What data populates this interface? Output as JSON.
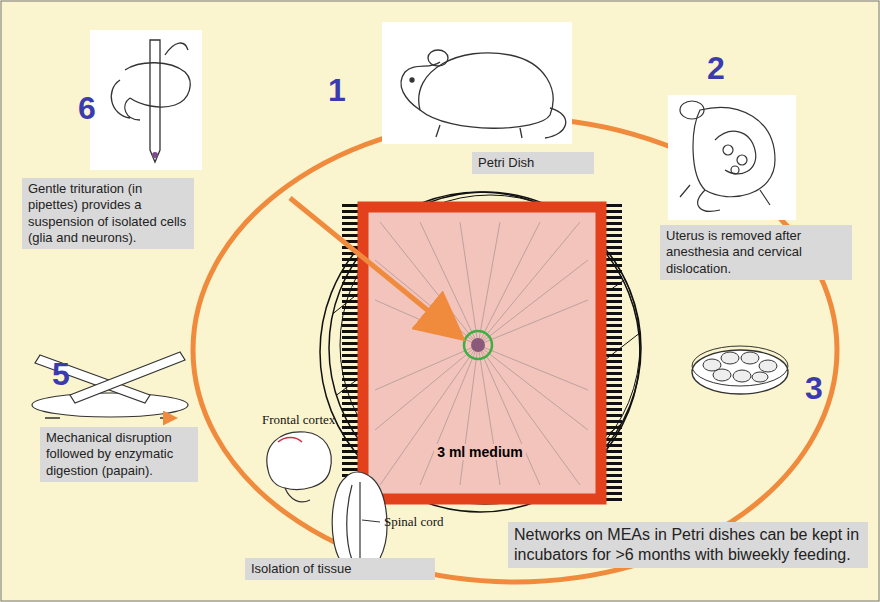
{
  "diagram": {
    "nodes": [
      {
        "text": [
          "Gentle trituration (in pipettes) provides a suspension of isolated cells (glia and neurons)."
        ]
      },
      {
        "text": [
          "Petri Dish"
        ]
      },
      {
        "text": [
          "Uterus is removed after anesthesia and cervical dislocation."
        ]
      },
      {
        "text": [
          "3 ml medium"
        ]
      },
      {
        "text": [
          "Mechanical disruption followed by enzymatic digestion (papain)."
        ]
      },
      {
        "text": [
          "Isolation of tissue"
        ]
      },
      {
        "text": [
          "Networks on MEAs in Petri dishes can be kept in incubators for >6 months with biweekly feeding."
        ]
      }
    ],
    "labels": [
      "1",
      "2",
      "3",
      "5",
      "6",
      "Frontal cortex",
      "Spinal cord"
    ]
  }
}
